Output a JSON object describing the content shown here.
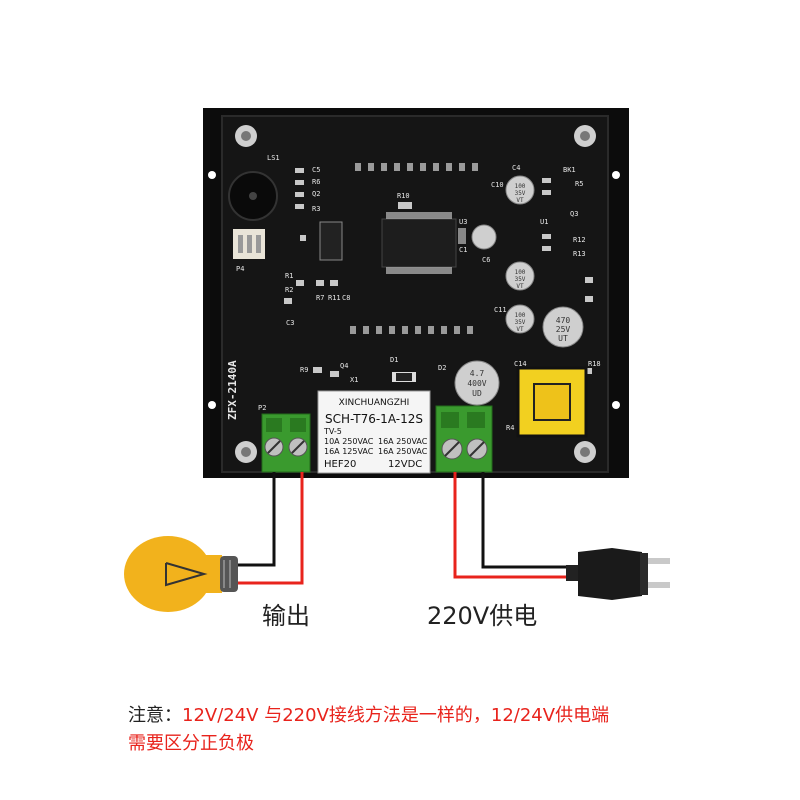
{
  "board": {
    "model": "ZFX-2140A",
    "silkscreen": [
      "LS1",
      "C5",
      "R6",
      "Q2",
      "R3",
      "P4",
      "R1",
      "R2",
      "C3",
      "R7",
      "R11",
      "C8",
      "R10",
      "U3",
      "C1",
      "C6",
      "C4",
      "C10",
      "BK1",
      "R5",
      "Q3",
      "U1",
      "R12",
      "R13",
      "C11",
      "C14",
      "R18",
      "R9",
      "Q4",
      "X1",
      "D1",
      "D2",
      "P2",
      "R4"
    ],
    "capacitors": [
      {
        "value": "100",
        "voltage": "35V",
        "mark": "VT"
      },
      {
        "value": "100",
        "voltage": "35V",
        "mark": "VT"
      },
      {
        "value": "100",
        "voltage": "35V",
        "mark": "VT"
      },
      {
        "value": "470",
        "voltage": "25V",
        "mark": "UT"
      },
      {
        "value": "4.7",
        "voltage": "400V",
        "mark": "UD"
      }
    ],
    "relay": {
      "brand": "XINCHUANGZHI",
      "model": "SCH-T76-1A-12S",
      "rating_left": [
        "TV-5",
        "10A 250VAC",
        "16A 125VAC",
        "HEF20"
      ],
      "rating_right": [
        "16A 250VAC",
        "16A 250VAC",
        "12VDC"
      ]
    }
  },
  "labels": {
    "output": "输出",
    "power": "220V供电"
  },
  "note": {
    "prefix": "注意：",
    "highlight": "12V/24V 与220V接线方法是一样的，12/24V供电端",
    "rest": "需要区分正负极"
  },
  "colors": {
    "pcb": "#151515",
    "terminal": "#3a9a2e",
    "wire_red": "#e8231c",
    "wire_black": "#111111",
    "bulb": "#f2b21c"
  }
}
